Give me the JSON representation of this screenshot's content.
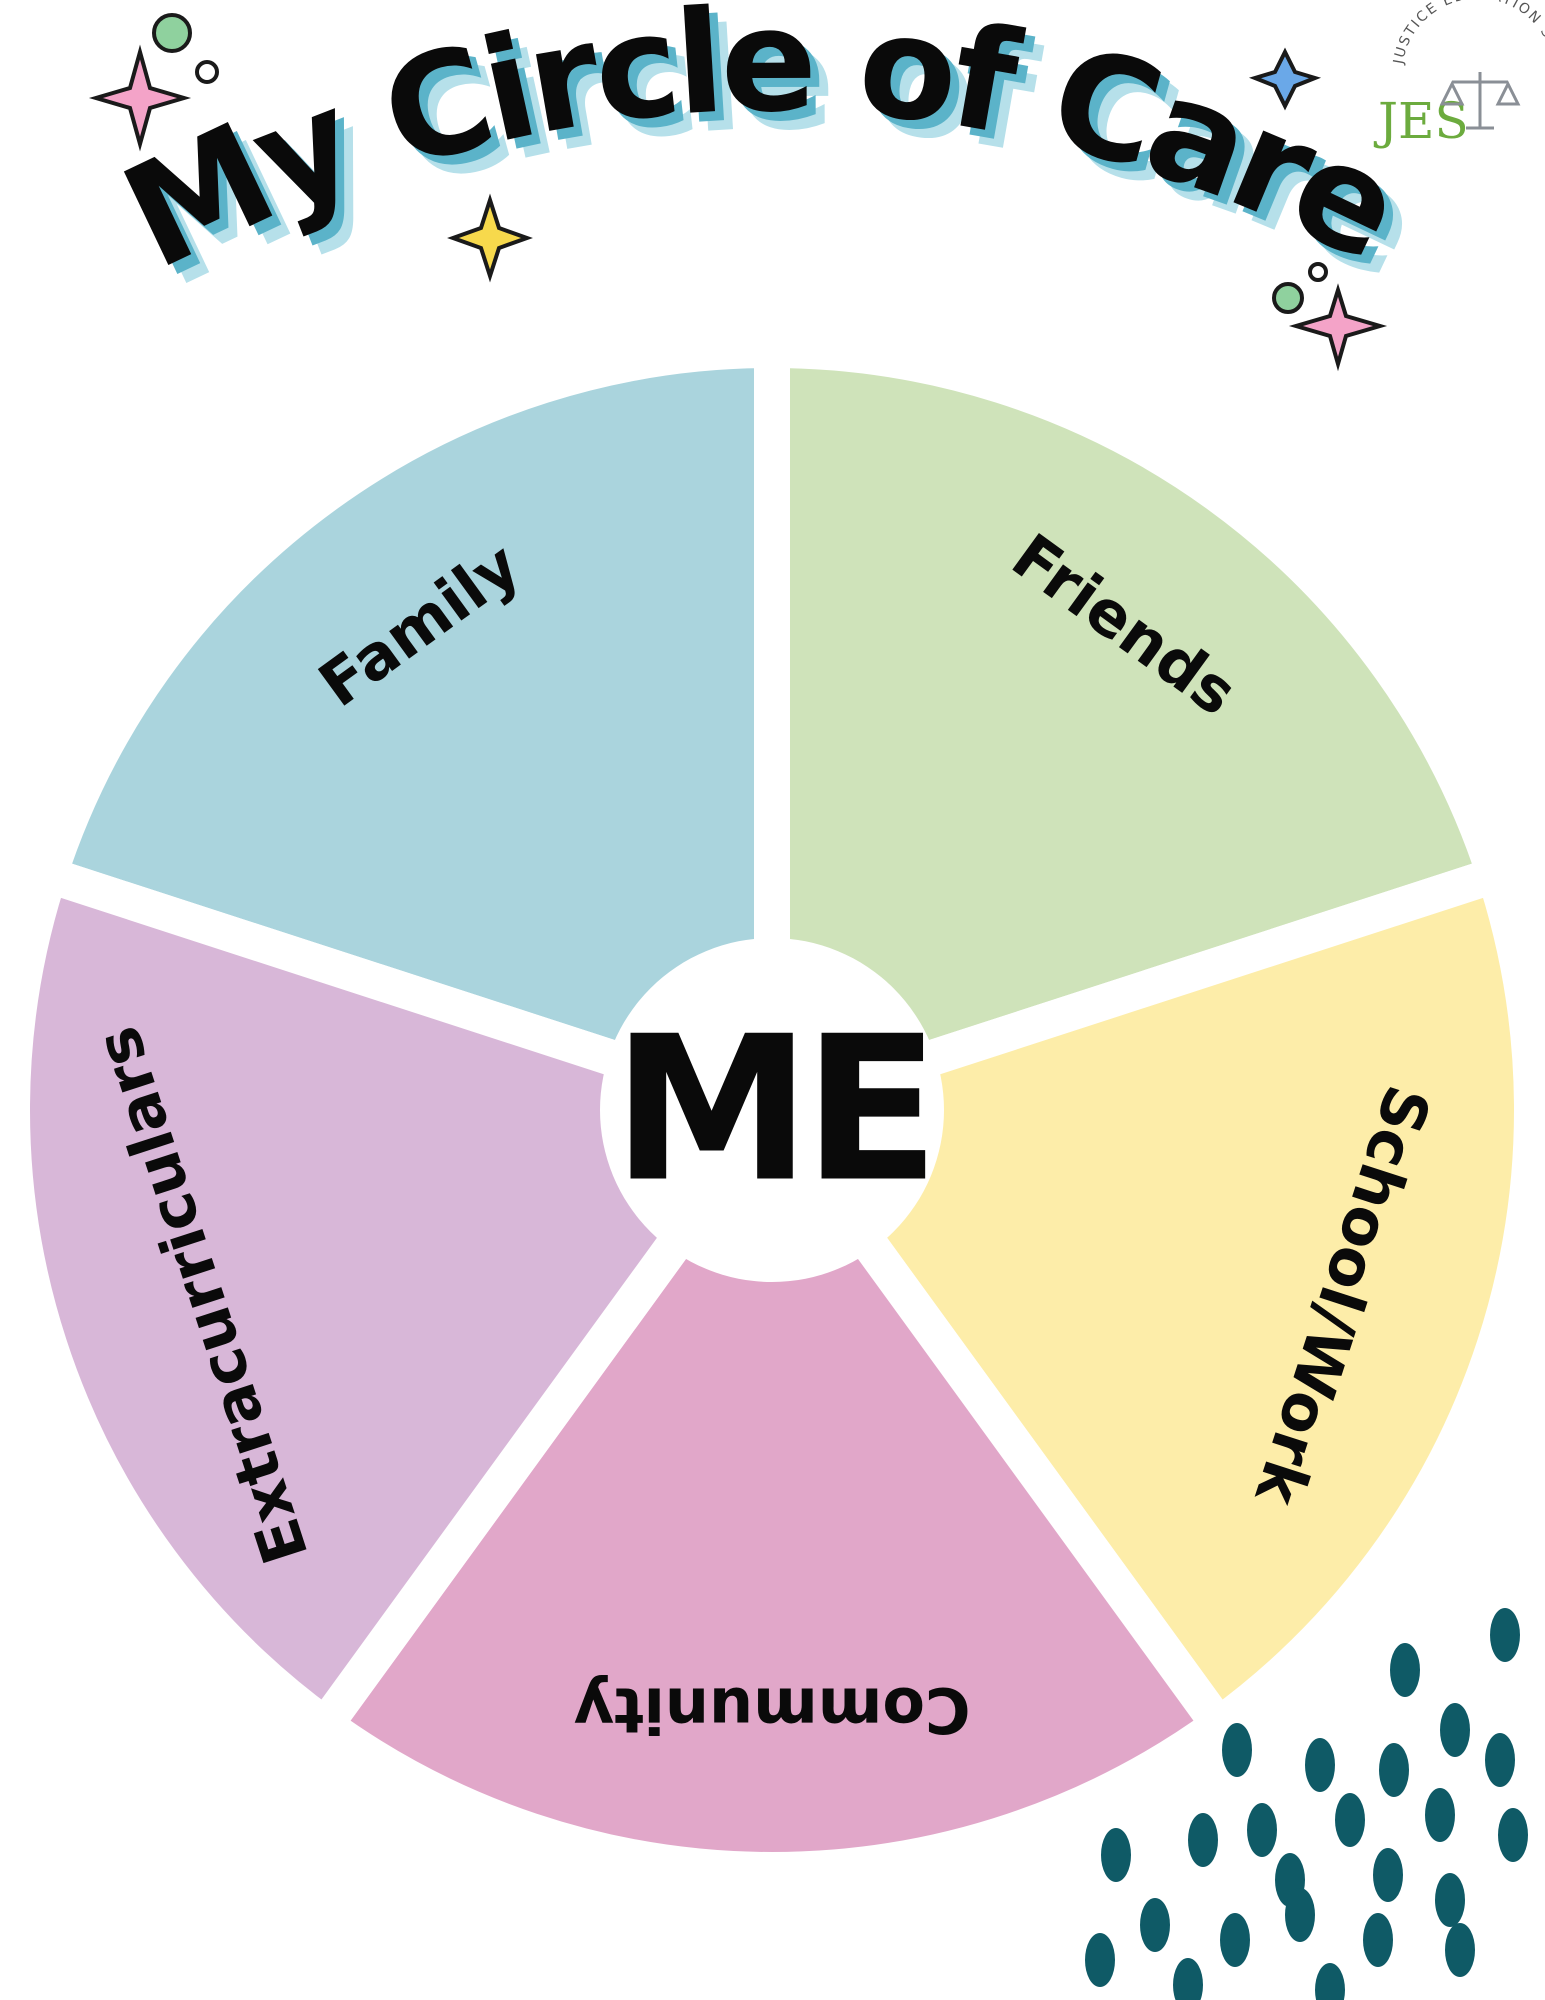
{
  "title": "My Circle of Care",
  "center_label": "ME",
  "segments": [
    {
      "label": "Family",
      "color": "#aad4dd"
    },
    {
      "label": "Friends",
      "color": "#cfe3ba"
    },
    {
      "label": "School/Work",
      "color": "#fdeda9"
    },
    {
      "label": "Community",
      "color": "#e1a7c9"
    },
    {
      "label": "Extracurriculars",
      "color": "#d8b7d8"
    }
  ],
  "logo": {
    "letters": "JES",
    "ring_text": "JUSTICE EDUCATION SOCIETY",
    "letters_color": "#6cab3e"
  },
  "colors": {
    "title_fill": "#0a0a0a",
    "title_shadow_dark": "#5bb3c9",
    "title_shadow_light": "#b6e0ea",
    "sparkle_pink": "#f4a3c8",
    "sparkle_blue": "#6aa8e8",
    "sparkle_yellow": "#f7d94c",
    "dot_green": "#8fd19e",
    "dots_teal": "#0f5a66"
  },
  "icons": [
    "sparkle-icon",
    "balance-scale-icon"
  ]
}
